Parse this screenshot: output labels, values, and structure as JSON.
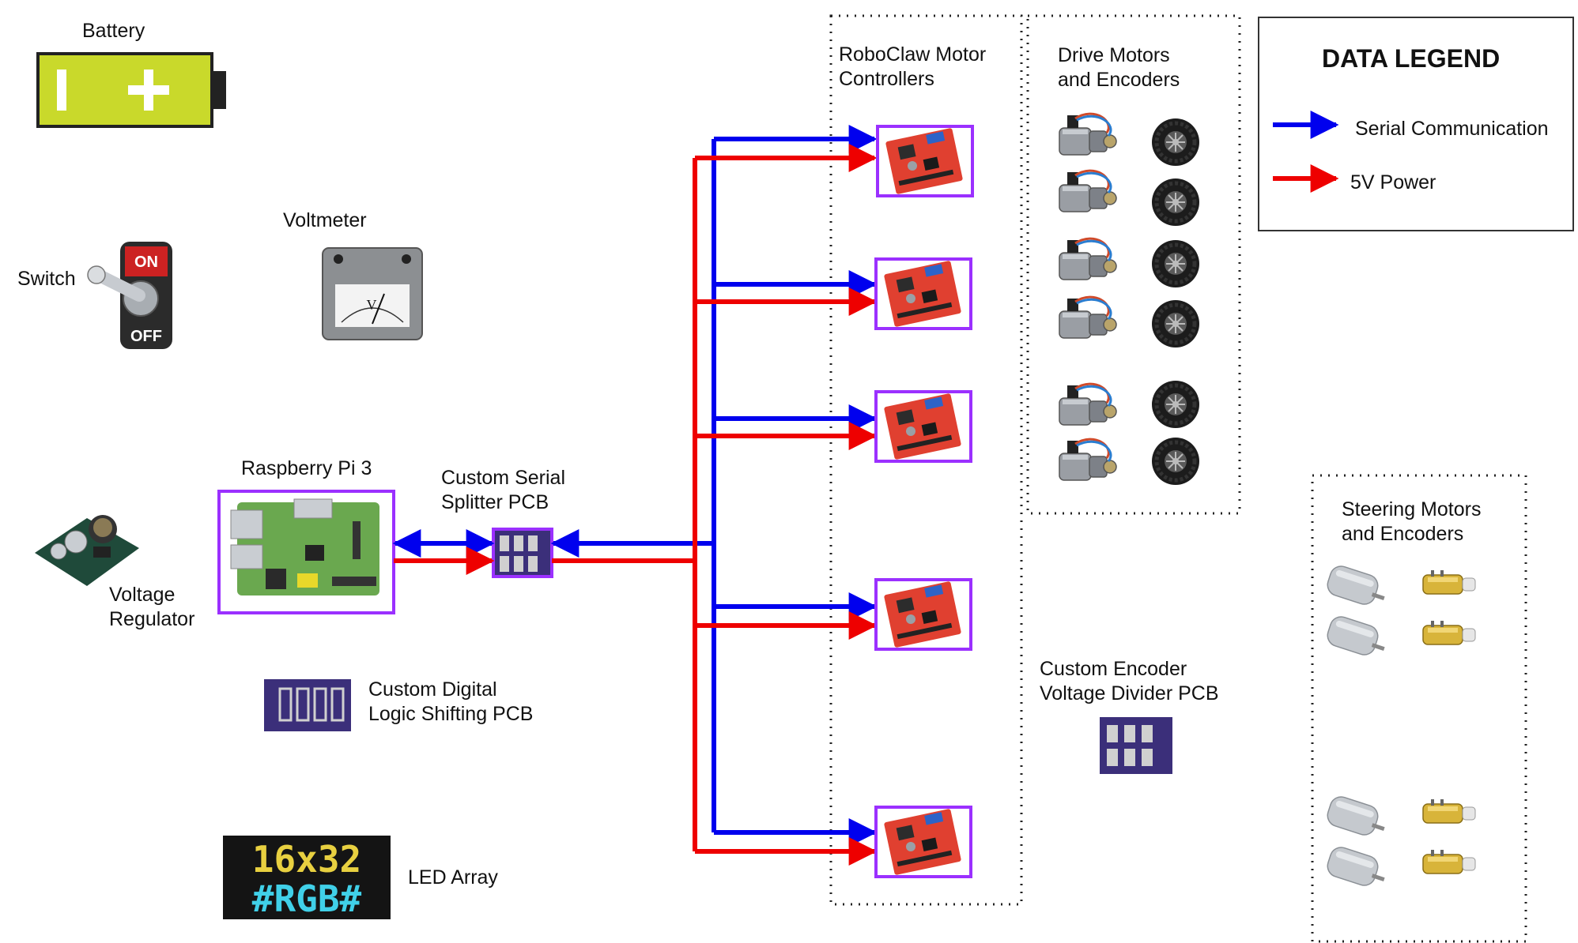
{
  "labels": {
    "battery": "Battery",
    "voltmeter": "Voltmeter",
    "switch": "Switch",
    "raspberry_pi": "Raspberry Pi 3",
    "serial_splitter": [
      "Custom Serial",
      "Splitter PCB"
    ],
    "voltage_regulator": [
      "Voltage",
      "Regulator"
    ],
    "logic_shifting": [
      "Custom Digital",
      "Logic Shifting PCB"
    ],
    "led_array": "LED Array",
    "roboclaw": [
      "RoboClaw Motor",
      "Controllers"
    ],
    "drive_motors": [
      "Drive Motors",
      "and Encoders"
    ],
    "encoder_divider": [
      "Custom Encoder",
      "Voltage Divider PCB"
    ],
    "steering_motors": [
      "Steering Motors",
      "and Encoders"
    ]
  },
  "switch_text": {
    "on": "ON",
    "off": "OFF"
  },
  "voltmeter_symbol": "V",
  "led_text": {
    "line1": "16x32",
    "line2": "#RGB#"
  },
  "legend": {
    "title": "DATA LEGEND",
    "items": [
      {
        "label": "Serial Communication",
        "color": "#0000ee"
      },
      {
        "label": "5V Power",
        "color": "#ee0000"
      }
    ]
  },
  "colors": {
    "serial": "#0000ee",
    "power": "#ee0000",
    "highlight": "#9b30ff",
    "battery": "#c9d92b",
    "pcb": "#3b2f7a",
    "roboclaw_board": "#e04030"
  },
  "icons": [
    "battery-icon",
    "toggle-switch-icon",
    "voltmeter-icon",
    "voltage-regulator-icon",
    "raspberry-pi-icon",
    "pcb-icon",
    "led-matrix-icon",
    "motor-controller-icon",
    "gear-motor-icon",
    "wheel-icon",
    "steering-motor-icon",
    "encoder-icon"
  ]
}
